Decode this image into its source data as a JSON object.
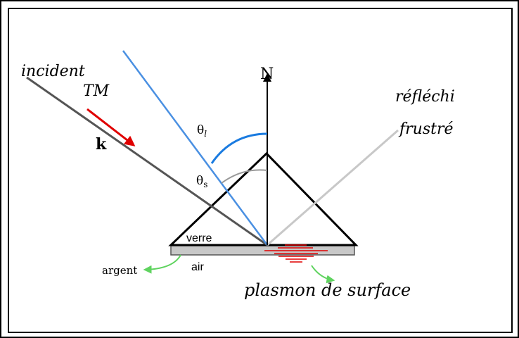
{
  "labels": {
    "incident": "incident",
    "polarization": "TM",
    "wavevector": "k",
    "normal": "N",
    "reflected_line1": "réfléchi",
    "reflected_line2": "frustré",
    "theta_l": "θ",
    "theta_l_sub": "l",
    "theta_s": "θ",
    "theta_s_sub": "s",
    "glass": "verre",
    "air": "air",
    "silver": "argent",
    "plasmon": "plasmon de surface"
  },
  "colors": {
    "incident_beam": "#555555",
    "k_arrow": "#e00000",
    "light_beam": "#4a90e2",
    "reflected_beam": "#c8c8c8",
    "theta_l_arc": "#1a7be0",
    "silver_film": "#c8c8c8",
    "plasmon_waves": "#e00000",
    "pointer_arrows": "#5fd35f"
  },
  "icons": {
    "wavevector_arrow": "arrow-icon",
    "pointer": "curved-arrow-icon"
  }
}
